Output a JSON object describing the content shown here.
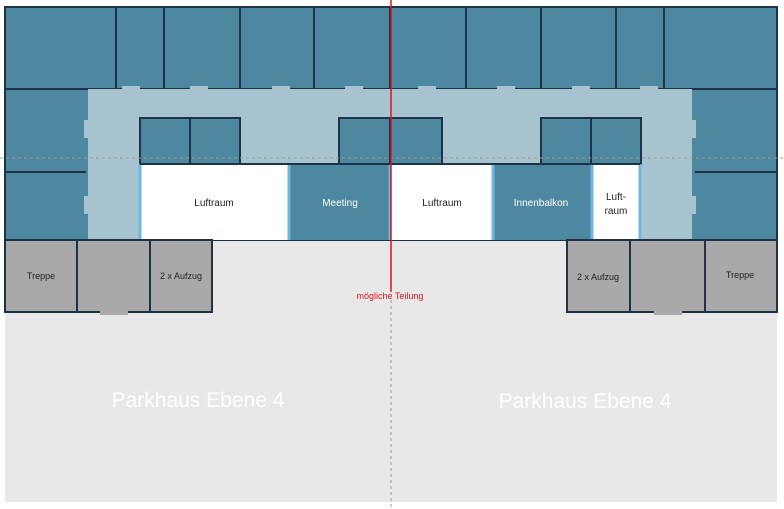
{
  "colors": {
    "office": "#4e87a0",
    "corridor": "#a8c3d0",
    "core": "#a9a9a9",
    "parking": "#e8e8e8",
    "wall": "#1f3347",
    "airspace": "#ffffff",
    "glass": "#6fb6e0",
    "split_line": "#d9141b",
    "axis_line": "#9a9a9a"
  },
  "labels": {
    "luftraum_left": "Luftraum",
    "meeting": "Meeting",
    "luftraum_center": "Luftraum",
    "innenbalkon": "Innenbalkon",
    "luftraum_small_line1": "Luft-",
    "luftraum_small_line2": "raum",
    "treppe_left": "Treppe",
    "aufzug_left": "2 x Aufzug",
    "aufzug_right": "2 x Aufzug",
    "treppe_right": "Treppe",
    "split_label": "mögliche Teilung",
    "parking_left": "Parkhaus Ebene 4",
    "parking_right": "Parkhaus Ebene 4"
  }
}
